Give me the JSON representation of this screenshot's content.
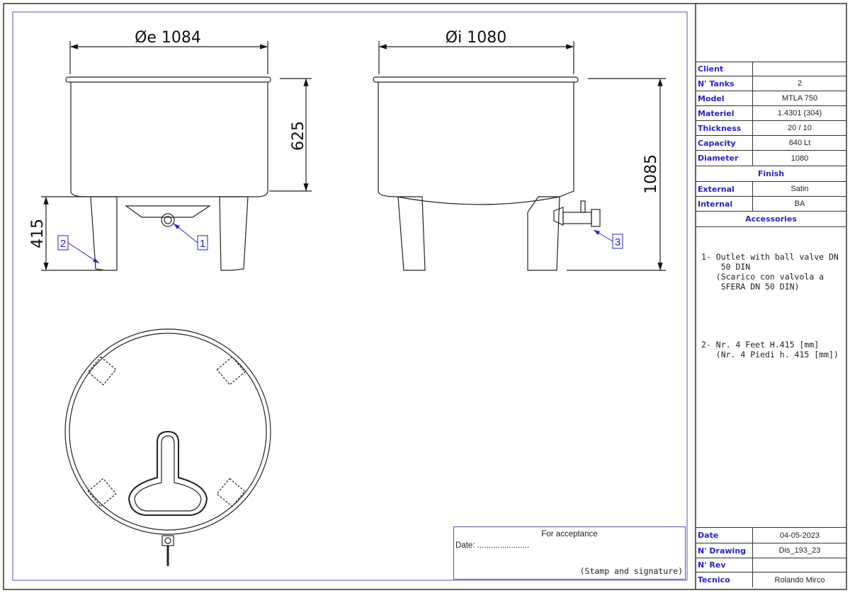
{
  "drawing": {
    "front_view": {
      "diameter_label": "Øe 1084",
      "height_label": "625",
      "legs_label": "415",
      "callouts": [
        "1",
        "2"
      ]
    },
    "side_view": {
      "diameter_label": "Øi 1080",
      "total_height_label": "1085",
      "callouts": [
        "3"
      ]
    }
  },
  "title_block": {
    "rows": [
      {
        "label": "Client",
        "value": ""
      },
      {
        "label": "N' Tanks",
        "value": "2"
      },
      {
        "label": "Model",
        "value": "MTLA 750"
      },
      {
        "label": "Materiel",
        "value": "1.4301 (304)"
      },
      {
        "label": "Thickness",
        "value": "20 / 10"
      },
      {
        "label": "Capacity",
        "value": "640 Lt"
      },
      {
        "label": "Diameter",
        "value": "1080"
      }
    ],
    "finish_header": "Finish",
    "finish_rows": [
      {
        "label": "External",
        "value": "Satin"
      },
      {
        "label": "Internal",
        "value": "BA"
      }
    ],
    "accessories_header": "Accessories",
    "accessories": [
      "1- Outlet with ball valve DN\n    50 DIN\n   (Scarico con valvola a\n    SFERA DN 50 DIN)",
      "2- Nr. 4 Feet H.415 [mm]\n   (Nr. 4 Piedi h. 415 [mm])"
    ],
    "footer_rows": [
      {
        "label": "Date",
        "value": "04-05-2023"
      },
      {
        "label": "N' Drawing",
        "value": "Dis_193_23"
      },
      {
        "label": "N' Rev",
        "value": ""
      },
      {
        "label": "Tecnico",
        "value": "Rolando Mirco"
      }
    ]
  },
  "acceptance": {
    "title": "For acceptance",
    "date_label": "Date:  .......................",
    "stamp_label": "(Stamp and signature)"
  }
}
